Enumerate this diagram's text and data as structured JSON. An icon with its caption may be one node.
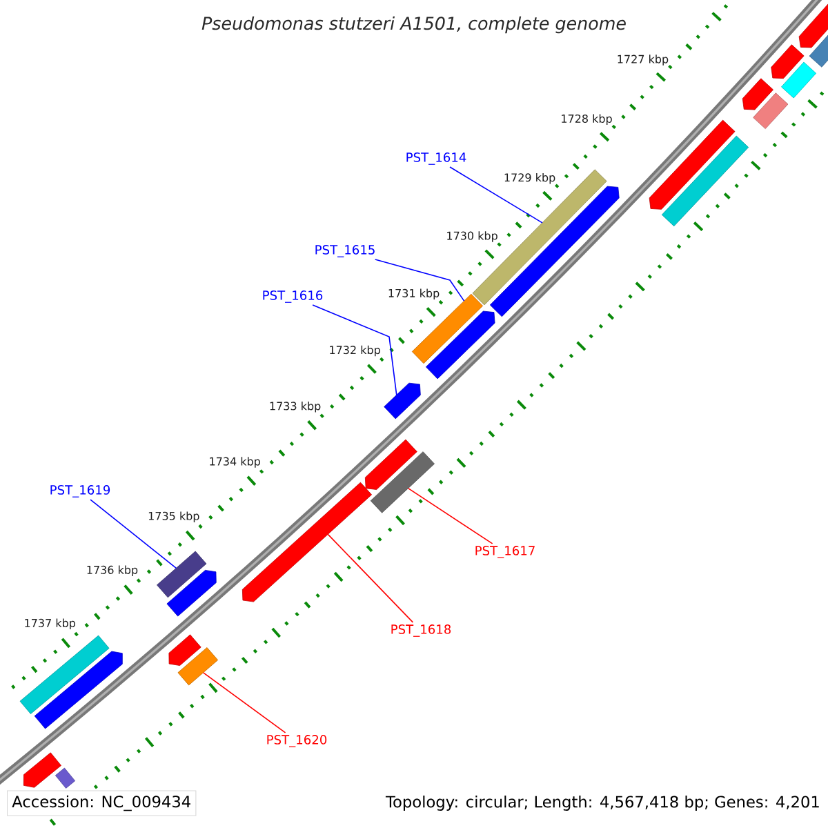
{
  "diagram": {
    "title": "Pseudomonas stutzeri A1501, complete genome",
    "nodes": [
      {
        "text": [
          "PST_1614"
        ]
      },
      {
        "text": [
          "PST_1615"
        ]
      },
      {
        "text": [
          "PST_1616"
        ]
      },
      {
        "text": [
          "PST_1619"
        ]
      },
      {
        "text": [
          "PST_1617"
        ]
      },
      {
        "text": [
          "PST_1618"
        ]
      },
      {
        "text": [
          "PST_1620"
        ]
      },
      {
        "text": [],
        "shape": "bar"
      },
      {
        "text": [],
        "shape": "bar"
      },
      {
        "text": [],
        "shape": "bar"
      },
      {
        "text": [],
        "shape": "bar"
      },
      {
        "text": [],
        "shape": "bar"
      },
      {
        "text": [],
        "shape": "bar"
      },
      {
        "text": [],
        "shape": "bar"
      },
      {
        "text": [],
        "shape": "bar"
      },
      {
        "text": [],
        "shape": "bar"
      },
      {
        "text": [],
        "shape": "bar"
      },
      {
        "text": [],
        "shape": "bar"
      },
      {
        "text": [],
        "shape": "bar"
      },
      {
        "text": [],
        "shape": "bar"
      },
      {
        "text": [],
        "shape": "bar"
      },
      {
        "text": [],
        "shape": "bar"
      },
      {
        "text": [],
        "shape": "bar"
      },
      {
        "text": [],
        "shape": "bar"
      },
      {
        "text": [],
        "shape": "bar"
      },
      {
        "text": [],
        "shape": "bar"
      },
      {
        "text": [],
        "shape": "bar"
      },
      {
        "text": [],
        "shape": "bar"
      },
      {
        "text": [],
        "shape": "bar"
      },
      {
        "text": [],
        "shape": "bar"
      },
      {
        "text": [],
        "shape": "bar"
      }
    ],
    "edges": [
      {
        "from": 0,
        "to": 7,
        "arrow": "none"
      },
      {
        "from": 1,
        "to": 8,
        "arrow": "none"
      },
      {
        "from": 2,
        "to": 9,
        "arrow": "none"
      },
      {
        "from": 3,
        "to": 12,
        "arrow": "none"
      },
      {
        "from": 4,
        "to": 10,
        "arrow": "none",
        "color": "#ff0000"
      },
      {
        "from": 5,
        "to": 11,
        "arrow": "none",
        "color": "#ff0000"
      },
      {
        "from": 6,
        "to": 13,
        "arrow": "none",
        "color": "#ff0000"
      }
    ],
    "labels": [
      "1727 kbp",
      "1728 kbp",
      "1729 kbp",
      "1730 kbp",
      "1731 kbp",
      "1732 kbp",
      "1733 kbp",
      "1734 kbp",
      "1735 kbp",
      "1736 kbp",
      "1737 kbp",
      "Accession: NC_009434",
      "Topology: circular; Length: 4,567,418 bp; Genes: 4,201"
    ]
  }
}
